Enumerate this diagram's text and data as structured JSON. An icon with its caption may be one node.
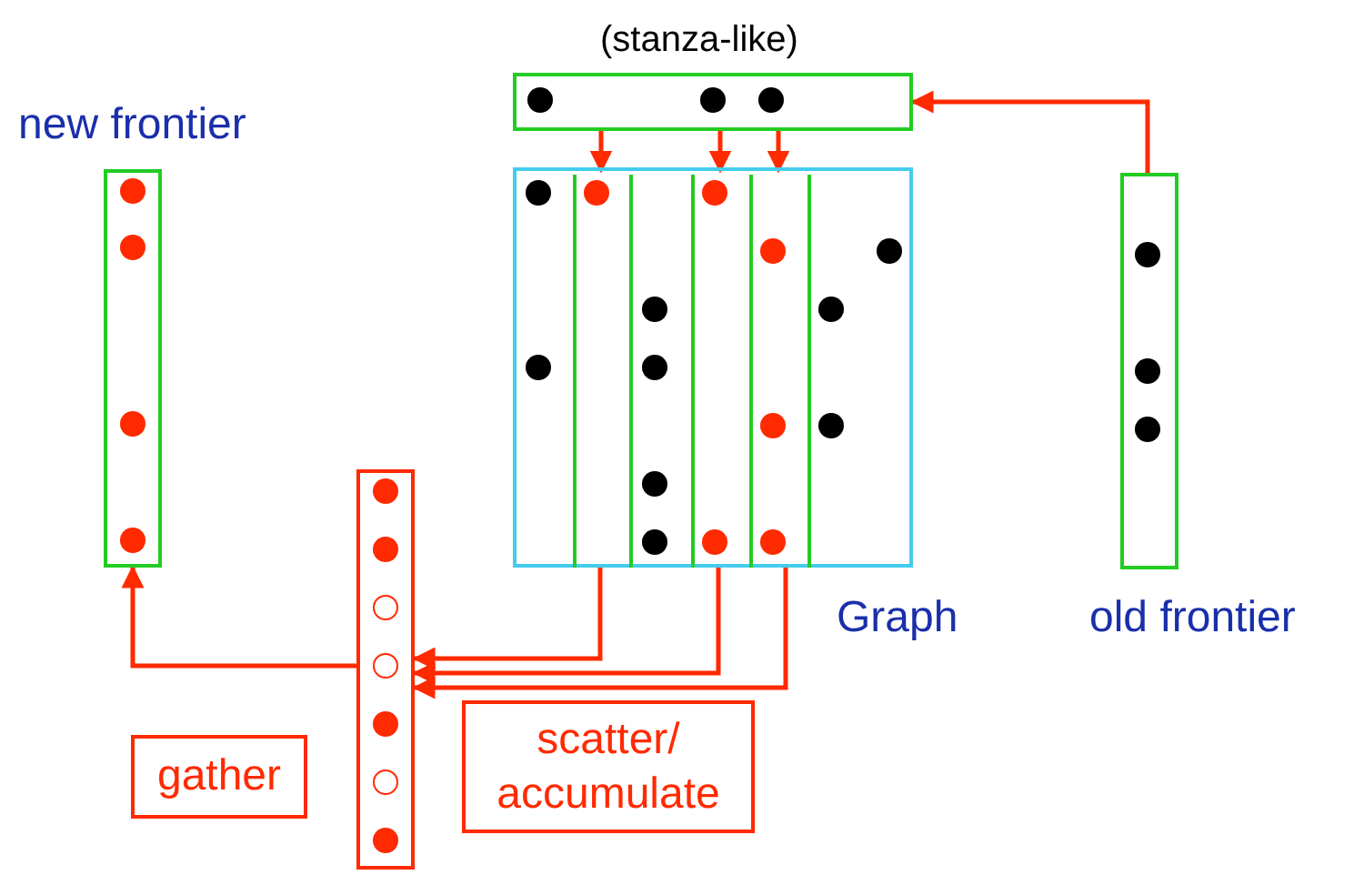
{
  "diagram": {
    "nodes": [
      {
        "text": [
          "new frontier"
        ]
      },
      {
        "text": [
          "(stanza-like)"
        ]
      },
      {
        "text": [
          "Graph"
        ]
      },
      {
        "text": [],
        "shape": "bar",
        "in": 2
      },
      {
        "text": [],
        "shape": "bar",
        "in": 2
      },
      {
        "text": [],
        "shape": "bar",
        "in": 2
      },
      {
        "text": [],
        "shape": "bar",
        "in": 2
      },
      {
        "text": [],
        "shape": "bar",
        "in": 2
      },
      {
        "text": [],
        "shape": "bar",
        "in": 2
      },
      {
        "text": [
          "old frontier"
        ]
      },
      {
        "text": [],
        "shape": "bar"
      },
      {
        "text": [
          "gather"
        ]
      },
      {
        "text": [
          "scatter/ accumulate"
        ]
      }
    ],
    "edges": [
      {
        "from": 9,
        "to": 1,
        "arrow": "to"
      },
      {
        "from": 1,
        "to": 4,
        "arrow": "to"
      },
      {
        "from": 1,
        "to": 6,
        "arrow": "to"
      },
      {
        "from": 1,
        "to": 7,
        "arrow": "to"
      },
      {
        "from": 4,
        "to": 10,
        "arrow": "to"
      },
      {
        "from": 6,
        "to": 10,
        "arrow": "to"
      },
      {
        "from": 7,
        "to": 10,
        "arrow": "to"
      },
      {
        "from": 10,
        "to": 0,
        "arrow": "to"
      }
    ]
  }
}
